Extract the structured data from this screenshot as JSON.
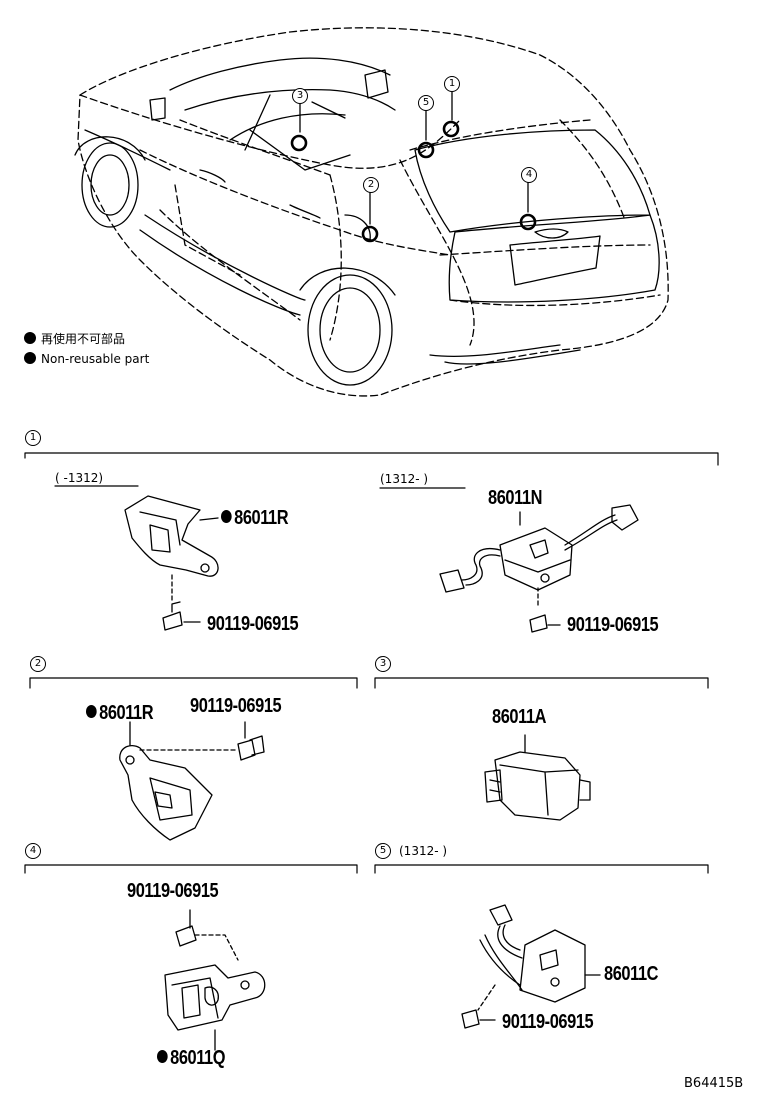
{
  "legend": {
    "jp": "再使用不可部品",
    "en": "Non-reusable part"
  },
  "car_callouts": [
    "1",
    "2",
    "3",
    "4",
    "5"
  ],
  "sections": {
    "s1": {
      "number": "1",
      "left_date": "(     -1312)",
      "right_date": "(1312-      )",
      "left_part": "86011R",
      "left_bolt": "90119-06915",
      "right_part": "86011N",
      "right_bolt": "90119-06915"
    },
    "s2": {
      "number": "2",
      "part": "86011R",
      "bolt": "90119-06915"
    },
    "s3": {
      "number": "3",
      "part": "86011A"
    },
    "s4": {
      "number": "4",
      "part": "86011Q",
      "bolt": "90119-06915"
    },
    "s5": {
      "number": "5",
      "date": "(1312-      )",
      "part": "86011C",
      "bolt": "90119-06915"
    }
  },
  "diagram_code": "B64415B"
}
